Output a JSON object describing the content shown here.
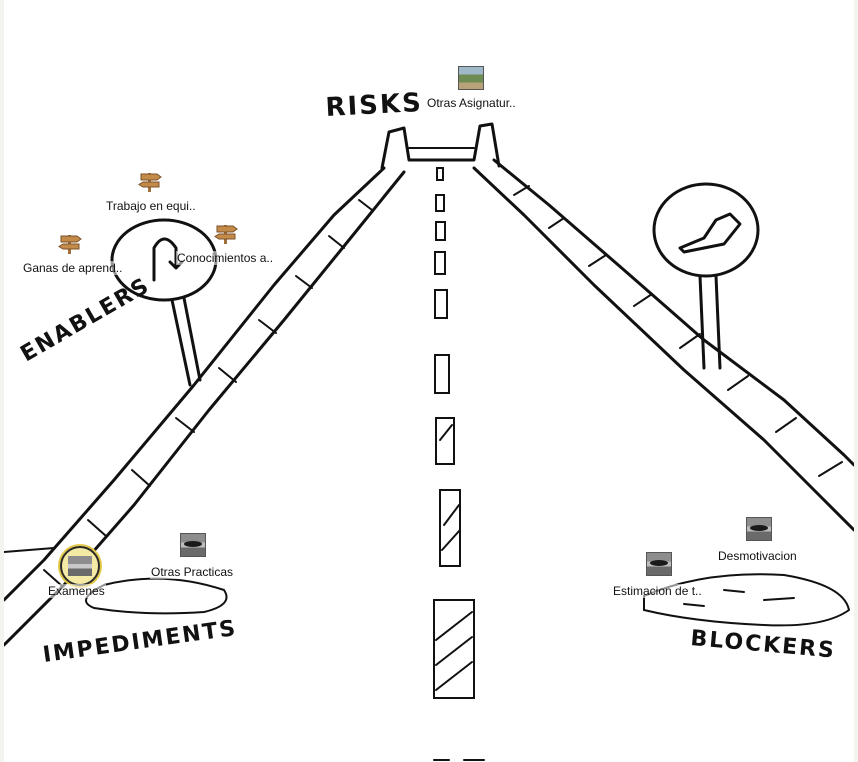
{
  "sketch_labels": {
    "risks": "RISKS",
    "enablers": "ENABLERS",
    "impediments": "IMPEDIMENTS",
    "blockers": "BLOCKERS"
  },
  "markers": [
    {
      "id": "otras-asignaturas",
      "label": "Otras Asignatur..",
      "icon": "landscape-photo-icon"
    },
    {
      "id": "trabajo-en-equipo",
      "label": "Trabajo en equi..",
      "icon": "signpost-icon"
    },
    {
      "id": "ganas-de-aprender",
      "label": "Ganas de aprend..",
      "icon": "signpost-icon"
    },
    {
      "id": "conocimientos",
      "label": "Conocimientos a..",
      "icon": "signpost-icon"
    },
    {
      "id": "examenes",
      "label": "Examenes",
      "icon": "pothole-photo-icon"
    },
    {
      "id": "otras-practicas",
      "label": "Otras Practicas",
      "icon": "pothole-photo-icon"
    },
    {
      "id": "desmotivacion",
      "label": "Desmotivacion",
      "icon": "pothole-photo-icon"
    },
    {
      "id": "estimacion",
      "label": "Estimacion de t..",
      "icon": "pothole-photo-icon"
    }
  ],
  "colors": {
    "selected_ring": "#e2c84b",
    "signpost": "#a0703c"
  }
}
